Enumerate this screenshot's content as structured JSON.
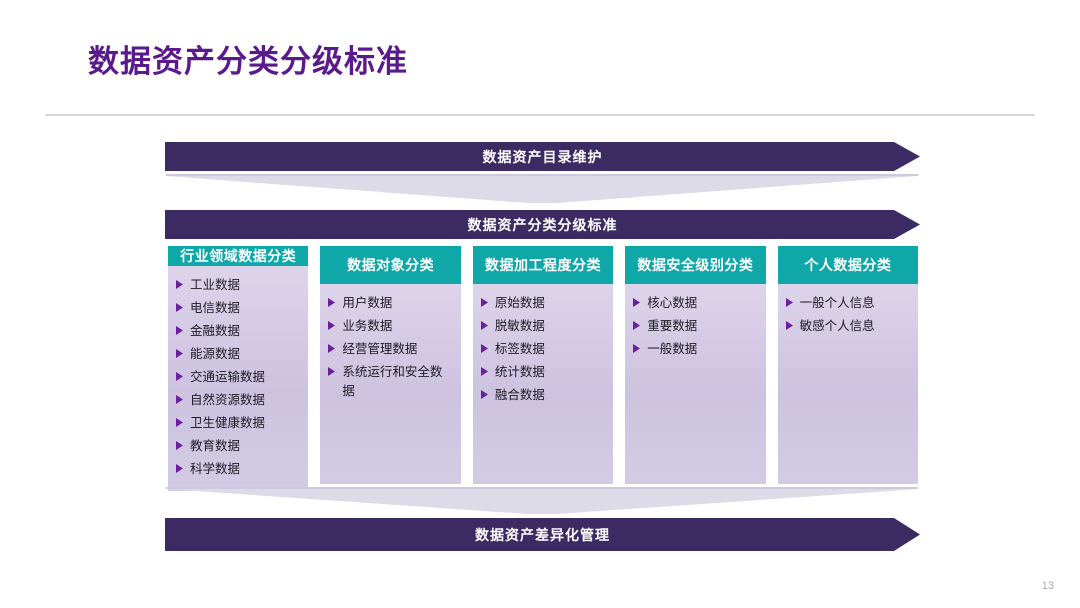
{
  "slide": {
    "title": "数据资产分类分级标准",
    "page_number": "13",
    "accent_purple": "#5b1a8c",
    "banner_purple": "#3c2a63",
    "header_teal": "#0fa7a7",
    "body_lavender": "#cdc3e0",
    "funnel_gray": "#dedbe8"
  },
  "banners": {
    "top": "数据资产目录维护",
    "middle": "数据资产分类分级标准",
    "bottom": "数据资产差异化管理"
  },
  "columns": [
    {
      "header": "行业领域数据分类",
      "items": [
        "工业数据",
        "电信数据",
        "金融数据",
        "能源数据",
        "交通运输数据",
        "自然资源数据",
        "卫生健康数据",
        "教育数据",
        "科学数据"
      ]
    },
    {
      "header": "数据对象分类",
      "items": [
        "用户数据",
        "业务数据",
        "经营管理数据",
        "系统运行和安全数据"
      ]
    },
    {
      "header": "数据加工程度分类",
      "items": [
        "原始数据",
        "脱敏数据",
        "标签数据",
        "统计数据",
        "融合数据"
      ]
    },
    {
      "header": "数据安全级别分类",
      "items": [
        "核心数据",
        "重要数据",
        "一般数据"
      ]
    },
    {
      "header": "个人数据分类",
      "items": [
        "一般个人信息",
        "敏感个人信息"
      ]
    }
  ]
}
